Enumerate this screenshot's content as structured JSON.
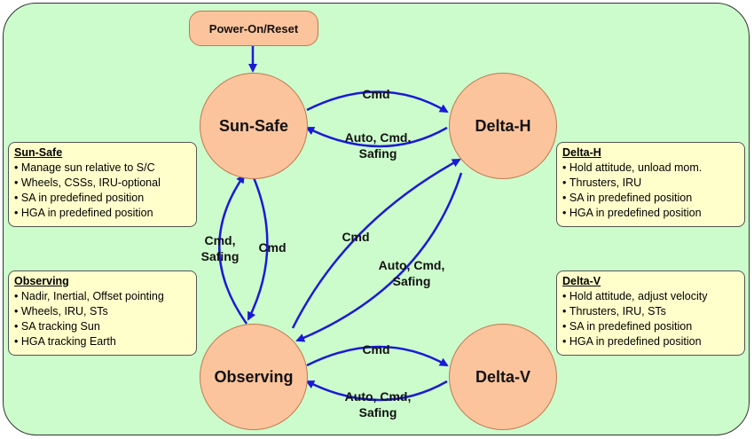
{
  "start": {
    "label": "Power-On/Reset"
  },
  "states": {
    "sun_safe": "Sun-Safe",
    "delta_h": "Delta-H",
    "observing": "Observing",
    "delta_v": "Delta-V"
  },
  "transitions": {
    "sunsafe_to_deltah": "Cmd",
    "deltah_to_sunsafe": [
      "Auto, Cmd,",
      "Safing"
    ],
    "observing_to_sunsafe": [
      "Cmd,",
      "Safing"
    ],
    "sunsafe_to_observing": "Cmd",
    "observing_to_deltah": "Cmd",
    "deltah_to_observing": [
      "Auto, Cmd,",
      "Safing"
    ],
    "observing_to_deltav": "Cmd",
    "deltav_to_observing": [
      "Auto, Cmd,",
      "Safing"
    ]
  },
  "notes": {
    "sun_safe": {
      "title": "Sun-Safe",
      "items": [
        "Manage sun relative to S/C",
        "Wheels, CSSs, IRU-optional",
        "SA in predefined position",
        "HGA in predefined position"
      ]
    },
    "observing": {
      "title": "Observing",
      "items": [
        "Nadir, Inertial, Offset pointing",
        "Wheels, IRU, STs",
        "SA tracking Sun",
        "HGA tracking Earth"
      ]
    },
    "delta_h": {
      "title": "Delta-H",
      "items": [
        "Hold attitude, unload mom.",
        "Thrusters, IRU",
        "SA in predefined position",
        "HGA in predefined position"
      ]
    },
    "delta_v": {
      "title": "Delta-V",
      "items": [
        "Hold attitude, adjust velocity",
        "Thrusters, IRU, STs",
        "SA in predefined position",
        "HGA in predefined position"
      ]
    }
  },
  "colors": {
    "panel": "#ccfccc",
    "state_fill": "#fcc49c",
    "note_fill": "#ffffcc",
    "arrow": "#1a1ad6"
  }
}
